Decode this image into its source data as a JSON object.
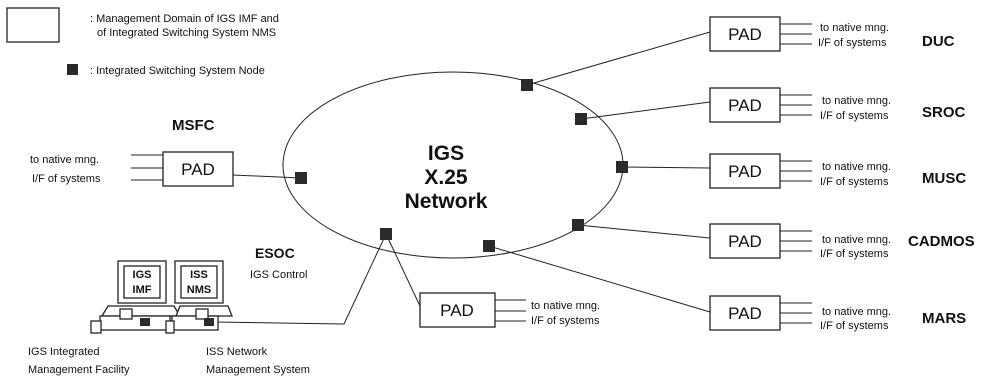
{
  "legend": {
    "domain_line1": ": Management Domain of IGS IMF and",
    "domain_line2": "of Integrated Switching System NMS",
    "node_text": ":  Integrated Switching System Node"
  },
  "network": {
    "line1": "IGS",
    "line2": "X.25",
    "line3": "Network"
  },
  "pad_label": "PAD",
  "native": {
    "line1": "to native mng.",
    "line2": "I/F of systems"
  },
  "sites": {
    "msfc": "MSFC",
    "duc": "DUC",
    "sroc": "SROC",
    "musc": "MUSC",
    "cadmos": "CADMOS",
    "mars": "MARS"
  },
  "esoc": {
    "name": "ESOC",
    "sub": "IGS Control"
  },
  "terminals": {
    "imf_screen_1": "IGS",
    "imf_screen_2": "IMF",
    "nms_screen_1": "ISS",
    "nms_screen_2": "NMS",
    "imf_caption_1": "IGS Integrated",
    "imf_caption_2": "Management Facility",
    "nms_caption_1": "ISS Network",
    "nms_caption_2": "Management System"
  },
  "colors": {
    "line": "#222222",
    "node": "#2a2a2a",
    "background": "#ffffff"
  }
}
